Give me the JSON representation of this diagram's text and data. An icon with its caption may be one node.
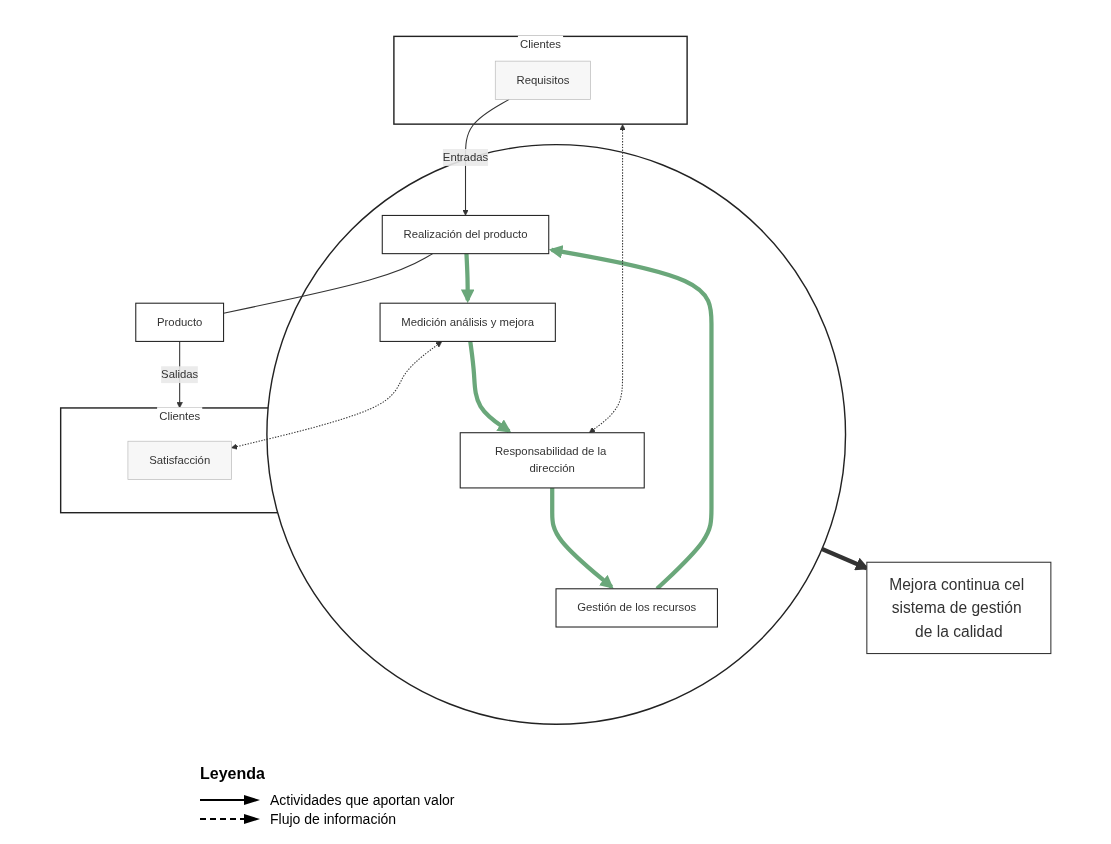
{
  "diagram": {
    "nodes": [
      {
        "text": [
          "Mejora continua cel sistema de gestión de la calidad"
        ]
      },
      {
        "text": [
          "Clientes"
        ]
      },
      {
        "text": [
          "Requisitos"
        ],
        "in": 1
      },
      {
        "text": [],
        "shape": "circle"
      },
      {
        "text": [
          "Responsabilidad de la dirección"
        ],
        "in": 3
      },
      {
        "text": [
          "Gestión de los recursos"
        ],
        "in": 3
      },
      {
        "text": [
          "Medición análisis y mejora"
        ],
        "in": 3
      },
      {
        "text": [
          "Realización del producto"
        ],
        "in": 3
      },
      {
        "text": [
          "Producto"
        ]
      },
      {
        "text": [
          "Clientes"
        ]
      },
      {
        "text": [
          "Satisfacción"
        ],
        "in": 9
      }
    ],
    "edges": [
      {
        "from": 1,
        "to": 4,
        "arrow": "both",
        "style": "dashed"
      },
      {
        "from": 4,
        "to": 5,
        "arrow": "to",
        "style": "thick",
        "color": "#6aa77a"
      },
      {
        "from": 5,
        "to": 7,
        "arrow": "to",
        "style": "thick",
        "color": "#6aa77a"
      },
      {
        "from": 7,
        "to": 6,
        "arrow": "to",
        "style": "thick",
        "color": "#6aa77a"
      },
      {
        "from": 6,
        "to": 4,
        "arrow": "to",
        "style": "thick",
        "color": "#6aa77a"
      },
      {
        "from": 6,
        "to": 10,
        "arrow": "both",
        "style": "dashed"
      },
      {
        "from": 2,
        "to": 7,
        "label": "Entradas",
        "arrow": "to"
      },
      {
        "from": 7,
        "to": 8,
        "arrow": "none"
      },
      {
        "from": 8,
        "to": 9,
        "label": "Salidas",
        "arrow": "to"
      },
      {
        "from": 3,
        "to": 0,
        "arrow": "to",
        "style": "thick"
      }
    ],
    "labels": [
      "Leyenda"
    ],
    "legend": [
      {
        "text": "Actividades que aportan valor"
      },
      {
        "text": "Flujo de información"
      }
    ]
  }
}
